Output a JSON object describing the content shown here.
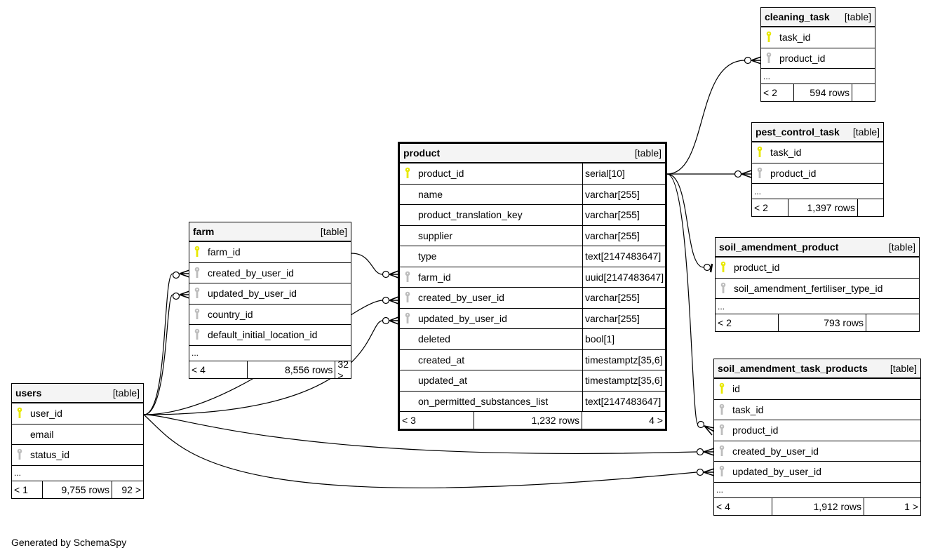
{
  "diagram_title": "product relationships",
  "footer": "Generated by SchemaSpy",
  "colors": {
    "pk_key": "#e8e800",
    "fk_key": "#bdbdbd",
    "header_bg": "#f4f4f4",
    "line": "#000000"
  },
  "tables": {
    "product": {
      "name": "product",
      "kind": "[table]",
      "columns": [
        {
          "name": "product_id",
          "type": "serial[10]",
          "key": "pk"
        },
        {
          "name": "name",
          "type": "varchar[255]",
          "key": ""
        },
        {
          "name": "product_translation_key",
          "type": "varchar[255]",
          "key": ""
        },
        {
          "name": "supplier",
          "type": "varchar[255]",
          "key": ""
        },
        {
          "name": "type",
          "type": "text[2147483647]",
          "key": ""
        },
        {
          "name": "farm_id",
          "type": "uuid[2147483647]",
          "key": "fk"
        },
        {
          "name": "created_by_user_id",
          "type": "varchar[255]",
          "key": "fk"
        },
        {
          "name": "updated_by_user_id",
          "type": "varchar[255]",
          "key": "fk"
        },
        {
          "name": "deleted",
          "type": "bool[1]",
          "key": ""
        },
        {
          "name": "created_at",
          "type": "timestamptz[35,6]",
          "key": ""
        },
        {
          "name": "updated_at",
          "type": "timestamptz[35,6]",
          "key": ""
        },
        {
          "name": "on_permitted_substances_list",
          "type": "text[2147483647]",
          "key": ""
        }
      ],
      "parents": "< 3",
      "rows": "1,232 rows",
      "children": "4 >"
    },
    "farm": {
      "name": "farm",
      "kind": "[table]",
      "columns": [
        {
          "name": "farm_id",
          "key": "pk"
        },
        {
          "name": "created_by_user_id",
          "key": "fk"
        },
        {
          "name": "updated_by_user_id",
          "key": "fk"
        },
        {
          "name": "country_id",
          "key": "fk"
        },
        {
          "name": "default_initial_location_id",
          "key": "fk"
        }
      ],
      "more": "...",
      "parents": "< 4",
      "rows": "8,556 rows",
      "children": "32 >"
    },
    "users": {
      "name": "users",
      "kind": "[table]",
      "columns": [
        {
          "name": "user_id",
          "key": "pk"
        },
        {
          "name": "email",
          "key": ""
        },
        {
          "name": "status_id",
          "key": "fk"
        }
      ],
      "more": "...",
      "parents": "< 1",
      "rows": "9,755 rows",
      "children": "92 >"
    },
    "cleaning_task": {
      "name": "cleaning_task",
      "kind": "[table]",
      "columns": [
        {
          "name": "task_id",
          "key": "pk"
        },
        {
          "name": "product_id",
          "key": "fk"
        }
      ],
      "more": "...",
      "parents": "< 2",
      "rows": "594 rows",
      "children": ""
    },
    "pest_control_task": {
      "name": "pest_control_task",
      "kind": "[table]",
      "columns": [
        {
          "name": "task_id",
          "key": "pk"
        },
        {
          "name": "product_id",
          "key": "fk"
        }
      ],
      "more": "...",
      "parents": "< 2",
      "rows": "1,397 rows",
      "children": ""
    },
    "soil_amendment_product": {
      "name": "soil_amendment_product",
      "kind": "[table]",
      "columns": [
        {
          "name": "product_id",
          "key": "pk"
        },
        {
          "name": "soil_amendment_fertiliser_type_id",
          "key": "fk"
        }
      ],
      "more": "...",
      "parents": "< 2",
      "rows": "793 rows",
      "children": ""
    },
    "soil_amendment_task_products": {
      "name": "soil_amendment_task_products",
      "kind": "[table]",
      "columns": [
        {
          "name": "id",
          "key": "pk"
        },
        {
          "name": "task_id",
          "key": "fk"
        },
        {
          "name": "product_id",
          "key": "fk"
        },
        {
          "name": "created_by_user_id",
          "key": "fk"
        },
        {
          "name": "updated_by_user_id",
          "key": "fk"
        }
      ],
      "more": "...",
      "parents": "< 4",
      "rows": "1,912 rows",
      "children": "1 >"
    }
  },
  "relationships": [
    {
      "from": "farm.farm_id",
      "to": "product.farm_id"
    },
    {
      "from": "users.user_id",
      "to": "product.created_by_user_id"
    },
    {
      "from": "users.user_id",
      "to": "product.updated_by_user_id"
    },
    {
      "from": "users.user_id",
      "to": "farm.created_by_user_id"
    },
    {
      "from": "users.user_id",
      "to": "farm.updated_by_user_id"
    },
    {
      "from": "users.user_id",
      "to": "soil_amendment_task_products.created_by_user_id"
    },
    {
      "from": "users.user_id",
      "to": "soil_amendment_task_products.updated_by_user_id"
    },
    {
      "from": "product.product_id",
      "to": "cleaning_task.product_id"
    },
    {
      "from": "product.product_id",
      "to": "pest_control_task.product_id"
    },
    {
      "from": "product.product_id",
      "to": "soil_amendment_product.product_id"
    },
    {
      "from": "product.product_id",
      "to": "soil_amendment_task_products.product_id"
    }
  ]
}
